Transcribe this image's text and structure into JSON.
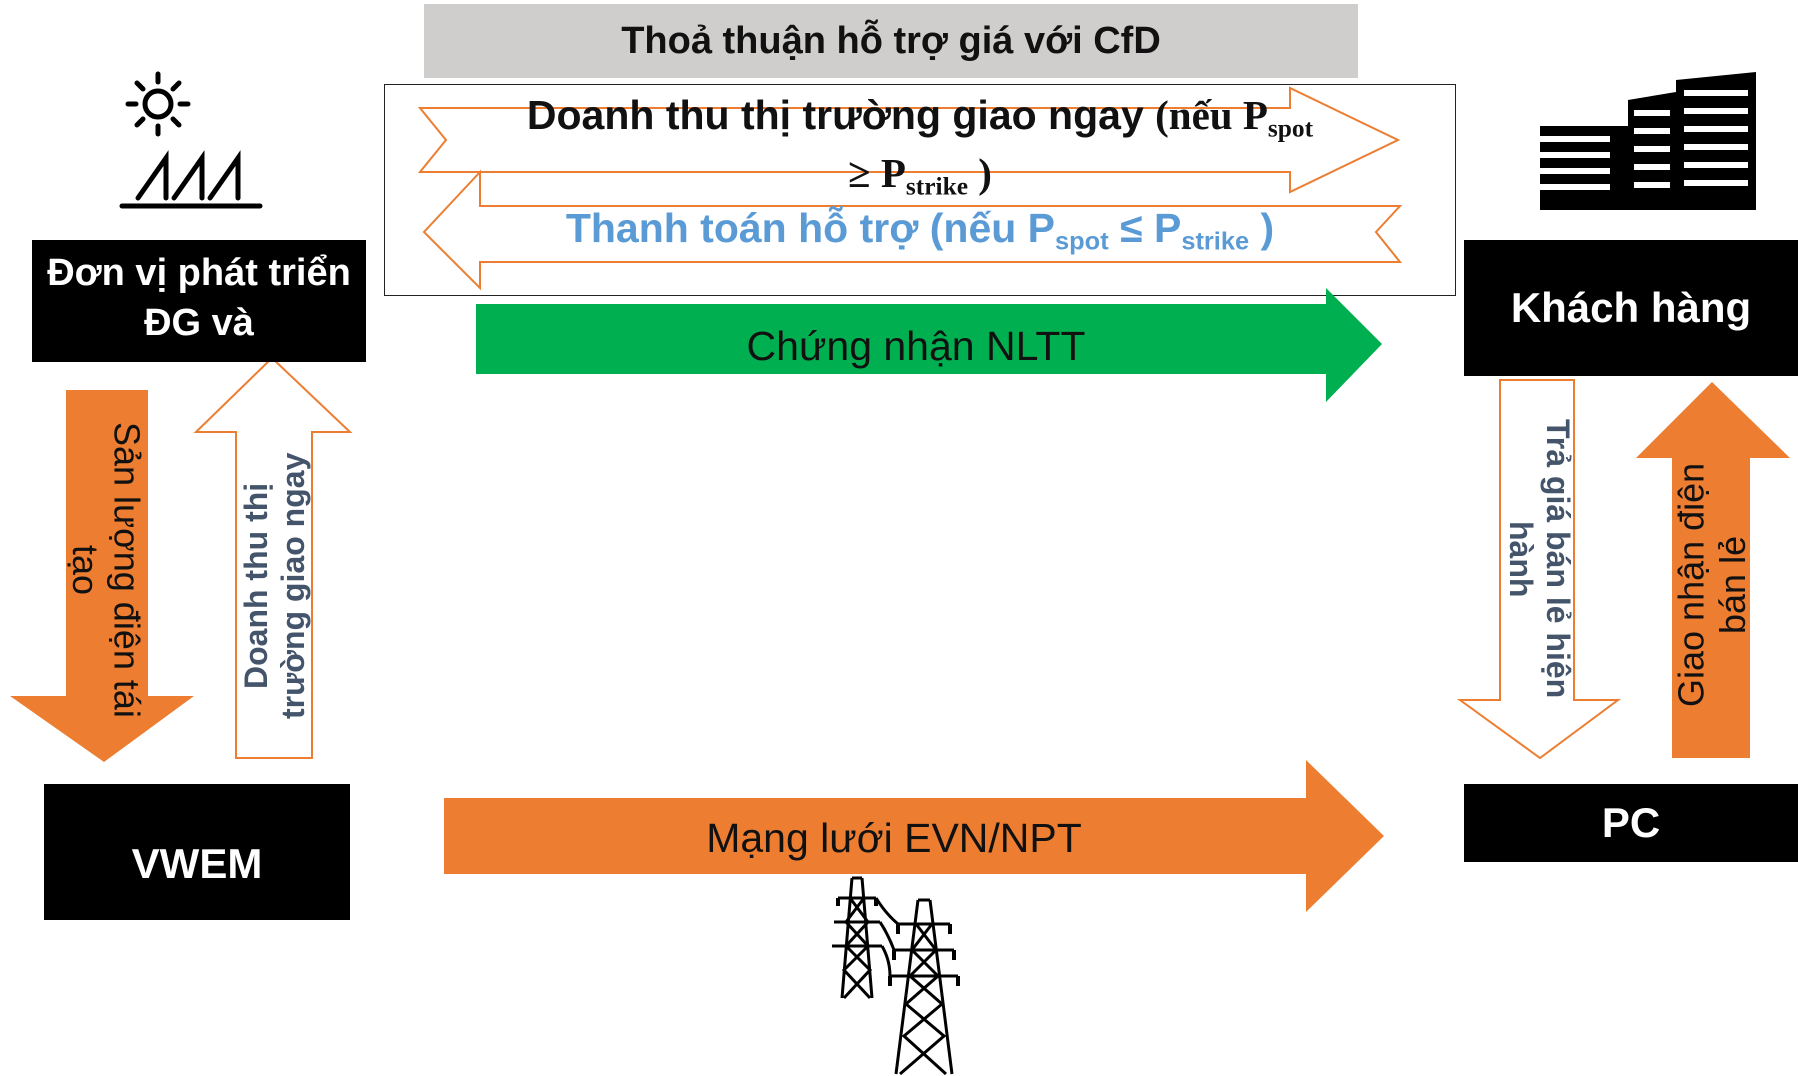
{
  "title": "Thoả thuận hỗ trợ giá với CfD",
  "cfd": {
    "revenue": {
      "main": "Doanh thu thị trường giao ngay",
      "cond_open": "(nếu P",
      "sub_spot": "spot",
      "cond_mid": "≥ P",
      "sub_strike": "strike",
      "cond_close": ")"
    },
    "support": {
      "main": "Thanh toán hỗ trợ (nếu P",
      "sub_spot": "spot",
      "mid": "≤ P",
      "sub_strike": "strike",
      "close": ")"
    }
  },
  "certificate_arrow": "Chứng nhận NLTT",
  "grid_arrow": "Mạng lưới EVN/NPT",
  "boxes": {
    "developer": "Đơn vị phát triển ĐG và",
    "customer": "Khách hàng",
    "vwem": "VWEM",
    "pc": "PC"
  },
  "vertical_arrows": {
    "renewable_output": "Sản lượng điện tái tạo",
    "spot_revenue": "Doanh thu thị trường giao ngay",
    "retail_price": "Trả giá bán lẻ hiện hành",
    "retail_delivery": "Giao nhận điện bán lẻ"
  },
  "colors": {
    "orange": "#ed7d31",
    "green": "#00b050",
    "blue_text": "#5b9bd5",
    "grey_bar": "#d0cecd"
  },
  "icons": {
    "solar": "solar-panel-icon",
    "building": "building-icon",
    "tower": "transmission-tower-icon"
  }
}
